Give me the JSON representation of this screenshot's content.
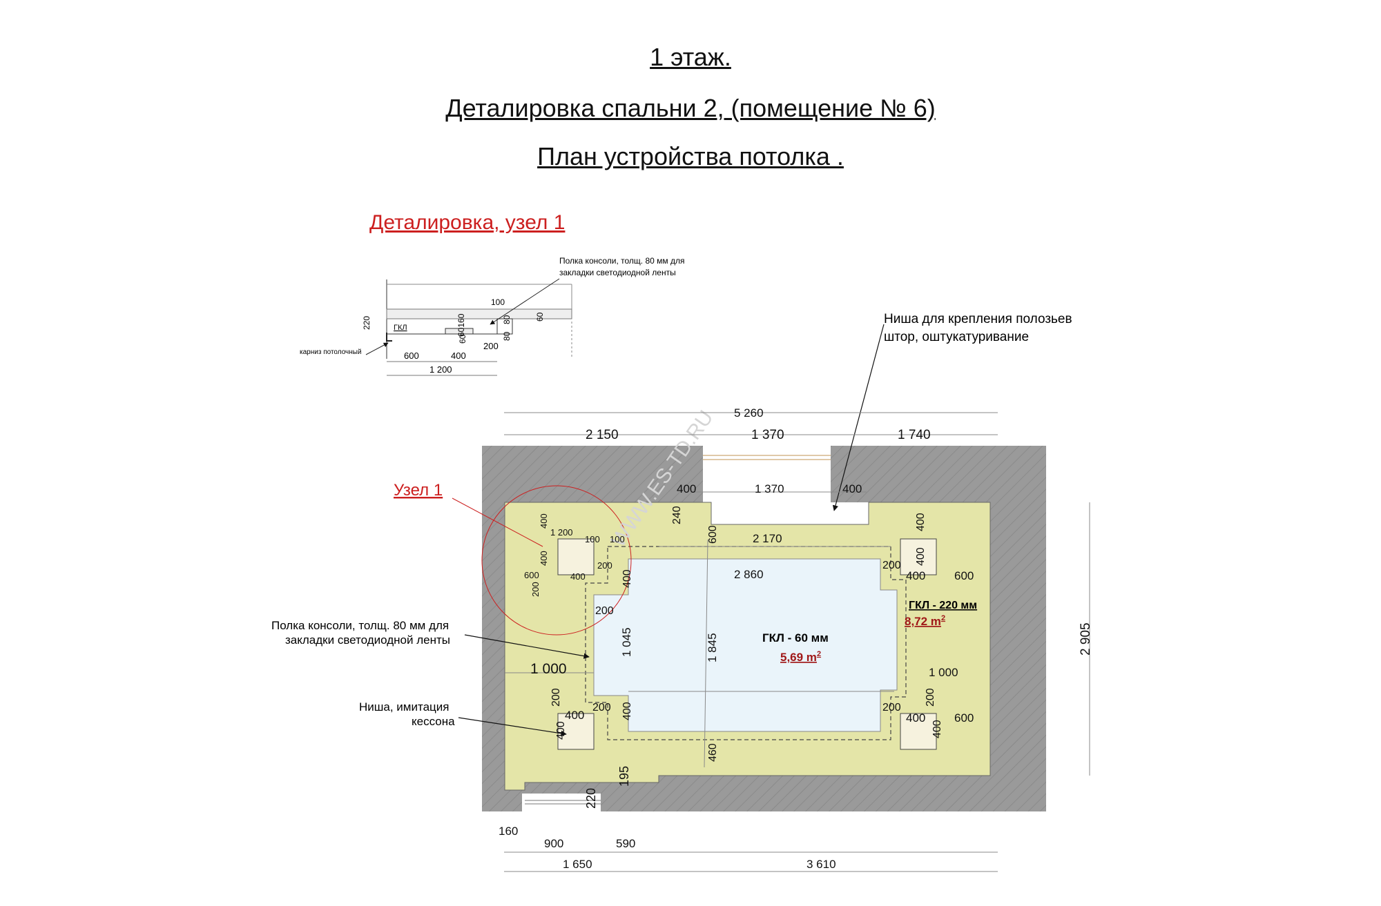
{
  "titles": {
    "floor": "1 этаж.",
    "detail": "Деталировка  спальни 2, (помещение  № 6)",
    "plan": "План устройства потолка ."
  },
  "node_detail": {
    "heading": "Деталировка,  узел 1",
    "shelf_note_1": "Полка консоли, толщ. 80 мм для",
    "shelf_note_2": "закладки светодиодной ленты",
    "cornice_note": "карниз потолочный",
    "gkl": "ГКЛ",
    "d_100": "100",
    "d_220": "220",
    "d_60_160": "60160",
    "d_80a": "80",
    "d_80b": "80",
    "d_60a": "60",
    "d_60b": "60",
    "d_200": "200",
    "d_600": "600",
    "d_400": "400",
    "d_1200": "1 200"
  },
  "plan": {
    "niche_note_1": "Ниша для крепления полозьев",
    "niche_note_2": "штор, оштукатуривание",
    "node_label": "Узел 1",
    "shelf_note_1": "Полка консоли, толщ. 80 мм для",
    "shelf_note_2": "закладки светодиодной ленты",
    "caisson_note_1": "Ниша, имитация",
    "caisson_note_2": "кессона",
    "watermark": "WWW.ES-TD.RU",
    "gkl60_label": "ГКЛ - 60 мм",
    "gkl60_area_num": "5,69 m",
    "gkl60_area_exp": "2",
    "gkl220_label": "ГКЛ - 220 мм",
    "gkl220_area_num": "8,72 m",
    "gkl220_area_exp": "2",
    "dims": {
      "total_top": "5 260",
      "top_left": "2 150",
      "top_mid": "1 370",
      "top_right": "1 740",
      "win_400_l": "400",
      "win_1370": "1 370",
      "win_400_r": "400",
      "d_240": "240",
      "d_600_v": "600",
      "d_2170": "2 170",
      "d_2860": "2 860",
      "d_1845": "1 845",
      "d_1045": "1 045",
      "d_460": "460",
      "d_1000_l": "1 000",
      "d_1000_r": "1 000",
      "d_2905": "2 905",
      "tl_400_v": "400",
      "tl_1200": "1 200",
      "tl_400_v2": "400",
      "tl_100a": "100",
      "tl_100b": "100",
      "tl_200a": "200",
      "tl_600": "600",
      "tl_400_h": "400",
      "tl_200_v": "200",
      "tl_400_v3": "400",
      "tl_200b": "200",
      "tr_400_v": "400",
      "tr_200": "200",
      "tr_400_v2": "400",
      "tr_400_h": "400",
      "tr_600": "600",
      "bl_200_v": "200",
      "bl_400_h": "400",
      "bl_200": "200",
      "bl_400_v": "400",
      "bl_400_v2": "400",
      "br_200": "200",
      "br_200_v": "200",
      "br_400_h": "400",
      "br_400_v": "400",
      "br_600": "600",
      "d_195": "195",
      "d_220": "220",
      "bot_160": "160",
      "bot_900": "900",
      "bot_590": "590",
      "bot_1650": "1 650",
      "bot_3610": "3 610"
    }
  },
  "colors": {
    "wall": "#9a9a9a",
    "gkl220": "#e4e5a8",
    "gkl60": "#eaf4fa",
    "niche": "#f6f2de",
    "red": "#cc1f1f"
  }
}
